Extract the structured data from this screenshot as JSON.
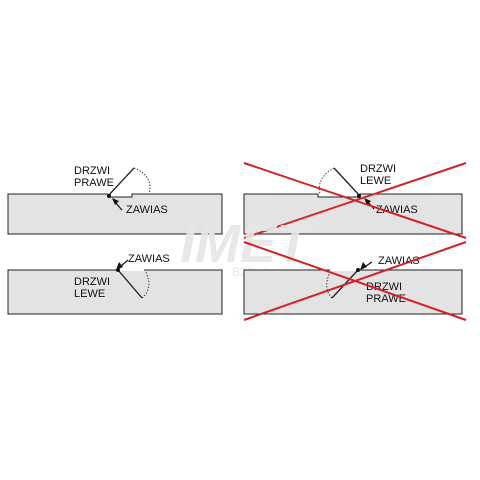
{
  "colors": {
    "wall_fill": "#e3e3e3",
    "outline": "#222222",
    "cross": "#d42027",
    "swing_arc": "#444444"
  },
  "watermark": {
    "main": "IMET",
    "sub": "B2B.nbujcep"
  },
  "panels": [
    {
      "id": "top-left",
      "label_line1": "DRZWI",
      "label_line2": "PRAWE",
      "hinge_label": "ZAWIAS",
      "crossed": false
    },
    {
      "id": "top-right",
      "label_line1": "DRZWI",
      "label_line2": "LEWE",
      "hinge_label": "ZAWIAS",
      "crossed": true
    },
    {
      "id": "bottom-left",
      "label_line1": "DRZWI",
      "label_line2": "LEWE",
      "hinge_label": "ZAWIAS",
      "crossed": false
    },
    {
      "id": "bottom-right",
      "label_line1": "DRZWI",
      "label_line2": "PRAWE",
      "hinge_label": "ZAWIAS",
      "crossed": true
    }
  ]
}
